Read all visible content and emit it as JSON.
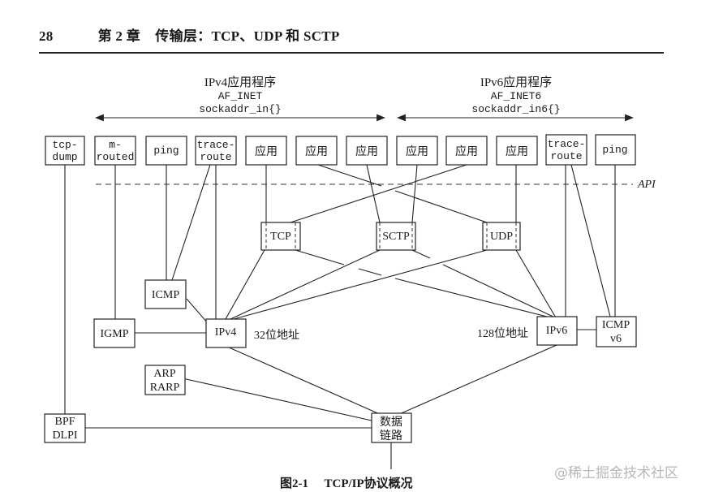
{
  "header": {
    "page_number": "28",
    "chapter": "第 2 章",
    "title": "传输层：TCP、UDP 和 SCTP"
  },
  "families": {
    "ipv4": {
      "title": "IPv4应用程序",
      "af": "AF_INET",
      "struct": "sockaddr_in{}"
    },
    "ipv6": {
      "title": "IPv6应用程序",
      "af": "AF_INET6",
      "struct": "sockaddr_in6{}"
    }
  },
  "api_label": "API",
  "apps": [
    {
      "id": "tcpdump",
      "lines": [
        "tcp-",
        "dump"
      ],
      "font": "mono"
    },
    {
      "id": "mrouted",
      "lines": [
        "m-",
        "routed"
      ],
      "font": "mono"
    },
    {
      "id": "ping4",
      "lines": [
        "ping"
      ],
      "font": "mono"
    },
    {
      "id": "traceroute4",
      "lines": [
        "trace-",
        "route"
      ],
      "font": "mono"
    },
    {
      "id": "app1",
      "lines": [
        "应用"
      ],
      "font": "serif"
    },
    {
      "id": "app2",
      "lines": [
        "应用"
      ],
      "font": "serif"
    },
    {
      "id": "app3",
      "lines": [
        "应用"
      ],
      "font": "serif"
    },
    {
      "id": "app4",
      "lines": [
        "应用"
      ],
      "font": "serif"
    },
    {
      "id": "app5",
      "lines": [
        "应用"
      ],
      "font": "serif"
    },
    {
      "id": "app6",
      "lines": [
        "应用"
      ],
      "font": "serif"
    },
    {
      "id": "traceroute6",
      "lines": [
        "trace-",
        "route"
      ],
      "font": "mono"
    },
    {
      "id": "ping6",
      "lines": [
        "ping"
      ],
      "font": "mono"
    }
  ],
  "transport": [
    {
      "id": "tcp",
      "label": "TCP"
    },
    {
      "id": "sctp",
      "label": "SCTP"
    },
    {
      "id": "udp",
      "label": "UDP"
    }
  ],
  "network": {
    "icmp": "ICMP",
    "igmp": "IGMP",
    "ipv4": "IPv4",
    "ipv6": "IPv6",
    "icmpv6": [
      "ICMP",
      "v6"
    ],
    "arp": [
      "ARP",
      "RARP"
    ],
    "bpf": [
      "BPF",
      "DLPI"
    ],
    "datalink": [
      "数据",
      "链路"
    ],
    "ipv4_addr": "32位地址",
    "ipv6_addr": "128位地址"
  },
  "caption": {
    "number": "图2-1",
    "text": "TCP/IP协议概况"
  },
  "watermark": "@稀土掘金技术社区"
}
